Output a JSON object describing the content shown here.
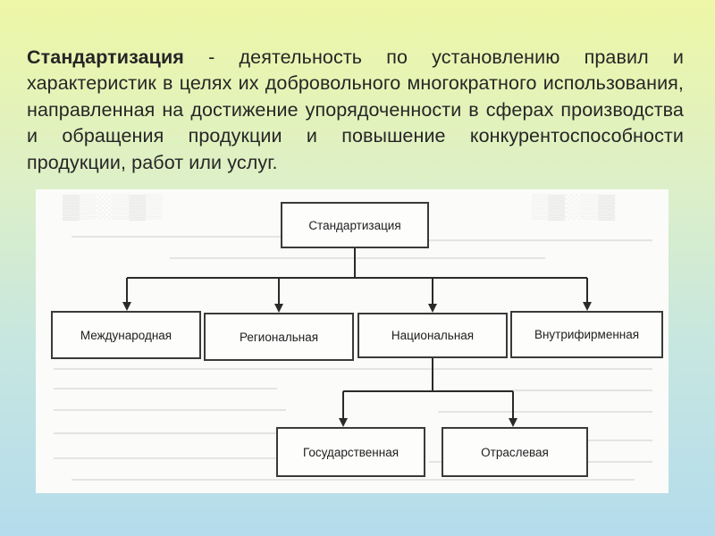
{
  "definition": {
    "term": "Стандартизация",
    "text": " - деятельность по установлению правил и характеристик в целях их добровольного многократного использования, направленная на достижение упорядоченности в сферах производства и обращения продукции и повышение конкурентоспособности продукции, работ или услуг."
  },
  "diagram": {
    "root": "Стандартизация",
    "levels": {
      "international": "Международная",
      "regional": "Региональная",
      "national": "Национальная",
      "intrafirm": "Внутрифирменная"
    },
    "national_children": {
      "state": "Государственная",
      "branch": "Отраслевая"
    }
  }
}
